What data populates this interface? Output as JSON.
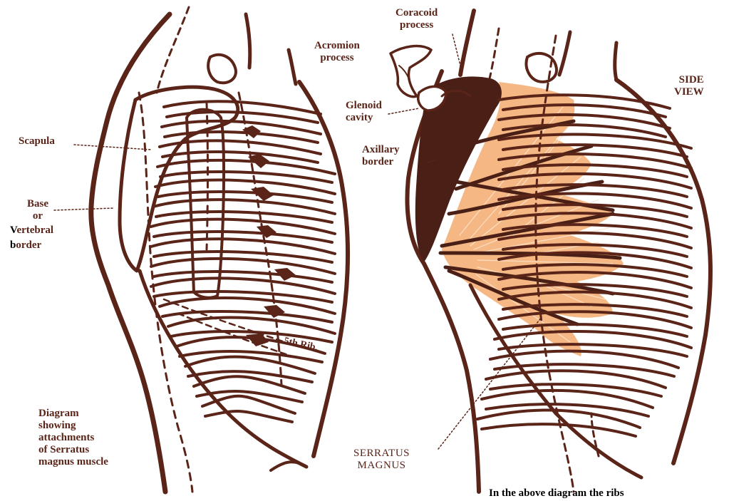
{
  "colors": {
    "ink": "#5a2418",
    "muscle": "#f5b784",
    "muscle_stroke": "#ecae7a",
    "background": "#ffffff"
  },
  "labels": {
    "coracoid": "Coracoid\nprocess",
    "acromion": "Acromion\nprocess",
    "glenoid": "Glenoid\ncavity",
    "axillary": "Axillary\nborder",
    "side_view": "SIDE\nVIEW",
    "scapula": "Scapula",
    "base": "Base\nor",
    "vertebral_v": "V",
    "vertebral_rest": "ertebral",
    "border_b": "b",
    "border_rest": "order",
    "diagram_caption": "Diagram\nshowing\nattachments\nof Serratus\nmagnus muscle",
    "serratus": "SERRATUS\nMAGNUS",
    "fifth_rib": "5th Rib.",
    "bottom_text": "In the above diagram the ribs"
  }
}
